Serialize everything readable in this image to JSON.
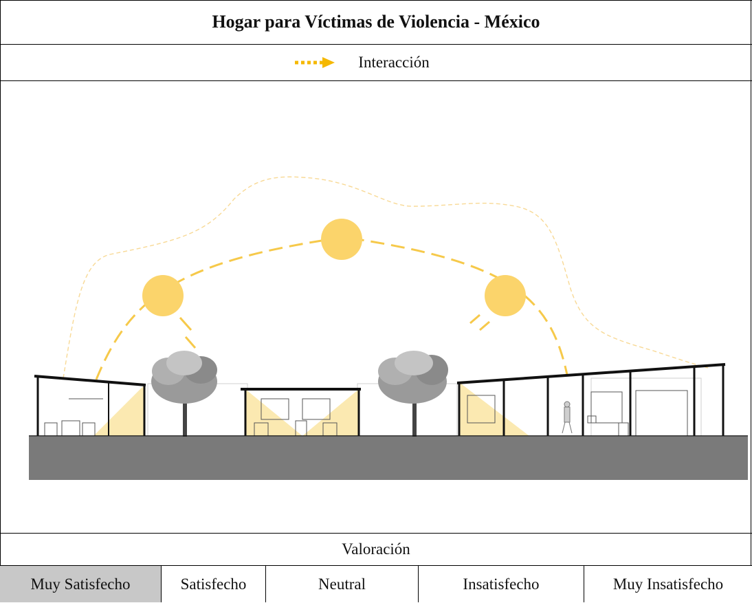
{
  "title": "Hogar para Víctimas de Violencia - México",
  "legend": {
    "label": "Interacción",
    "arrow_color": "#f5b800",
    "icon": "dashed-arrow-icon"
  },
  "figure": {
    "sun_color": "#fbd46b",
    "ground_color": "#7a7a7a"
  },
  "rating": {
    "label": "Valoración",
    "options": [
      "Muy Satisfecho",
      "Satisfecho",
      "Neutral",
      "Insatisfecho",
      "Muy Insatisfecho"
    ],
    "selected": "Muy Satisfecho",
    "selected_color": "#c8c8c8"
  }
}
